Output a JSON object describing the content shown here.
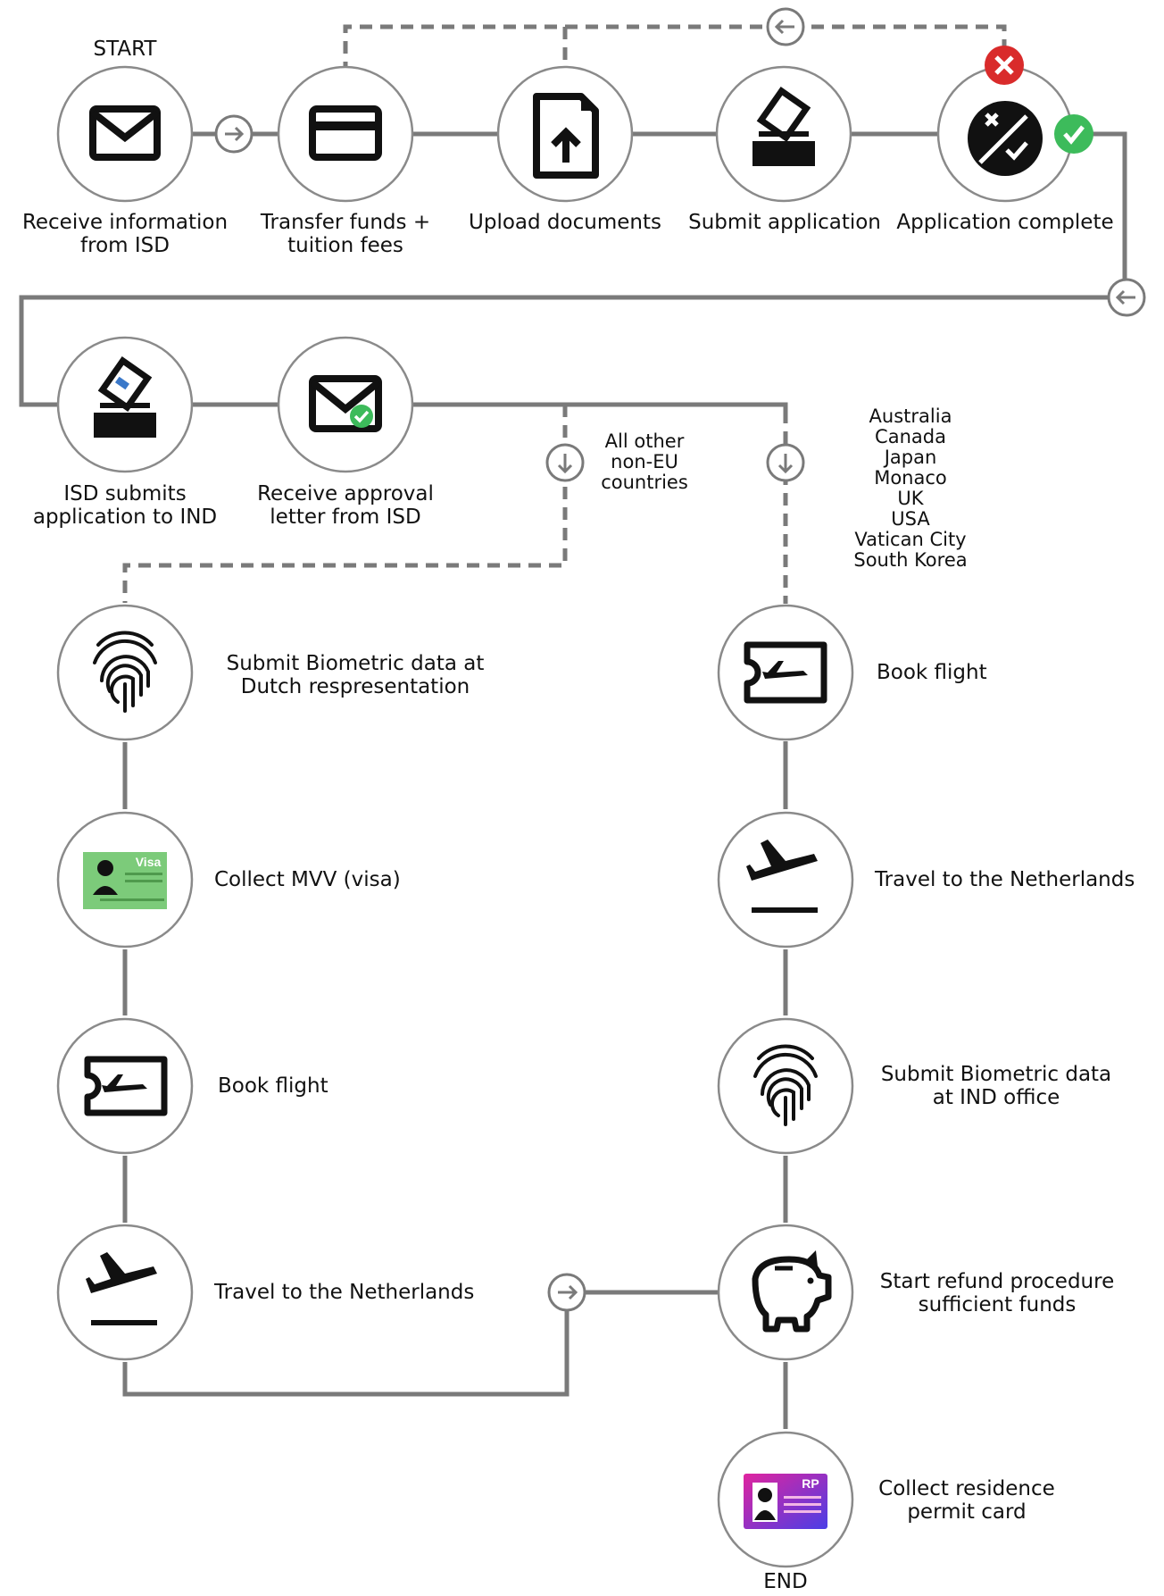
{
  "start_label": "START",
  "end_label": "END",
  "top_row": [
    {
      "label": "Receive information\nfrom ISD",
      "icon": "envelope-icon"
    },
    {
      "label": "Transfer funds +\ntuition fees",
      "icon": "credit-card-icon"
    },
    {
      "label": "Upload documents",
      "icon": "upload-file-icon"
    },
    {
      "label": "Submit application",
      "icon": "ballot-box-icon"
    },
    {
      "label": "Application complete",
      "icon": "checklist-icon"
    }
  ],
  "second_row": [
    {
      "label": "ISD submits\napplication to IND",
      "icon": "ballot-box-icon"
    },
    {
      "label": "Receive approval\nletter from ISD",
      "icon": "envelope-check-icon"
    }
  ],
  "branch_left_label": "All other\nnon-EU\ncountries",
  "branch_right_countries": [
    "Australia",
    "Canada",
    "Japan",
    "Monaco",
    "UK",
    "USA",
    "Vatican City",
    "South Korea"
  ],
  "left_path": [
    {
      "label": "Submit Biometric data at\nDutch respresentation",
      "icon": "fingerprint-icon"
    },
    {
      "label": "Collect MVV (visa)",
      "icon": "visa-card-icon",
      "card_text": "Visa"
    },
    {
      "label": "Book flight",
      "icon": "flight-ticket-icon"
    },
    {
      "label": "Travel to the Netherlands",
      "icon": "plane-departure-icon"
    }
  ],
  "right_path": [
    {
      "label": "Book flight",
      "icon": "flight-ticket-icon"
    },
    {
      "label": "Travel to the Netherlands",
      "icon": "plane-departure-icon"
    },
    {
      "label": "Submit Biometric data\nat IND office",
      "icon": "fingerprint-icon"
    },
    {
      "label": "Start refund procedure\nsufficient funds",
      "icon": "piggy-bank-icon"
    },
    {
      "label": "Collect residence\npermit card",
      "icon": "residence-permit-icon",
      "card_text": "RP"
    }
  ],
  "colors": {
    "line": "#7a7a7a",
    "node_border": "#8a8a8a",
    "error": "#d92b2b",
    "success": "#3dbb5b",
    "visa_green": "#7ccb7a",
    "rp_magenta": "#d81fa8",
    "rp_blue": "#5a3ee0"
  }
}
